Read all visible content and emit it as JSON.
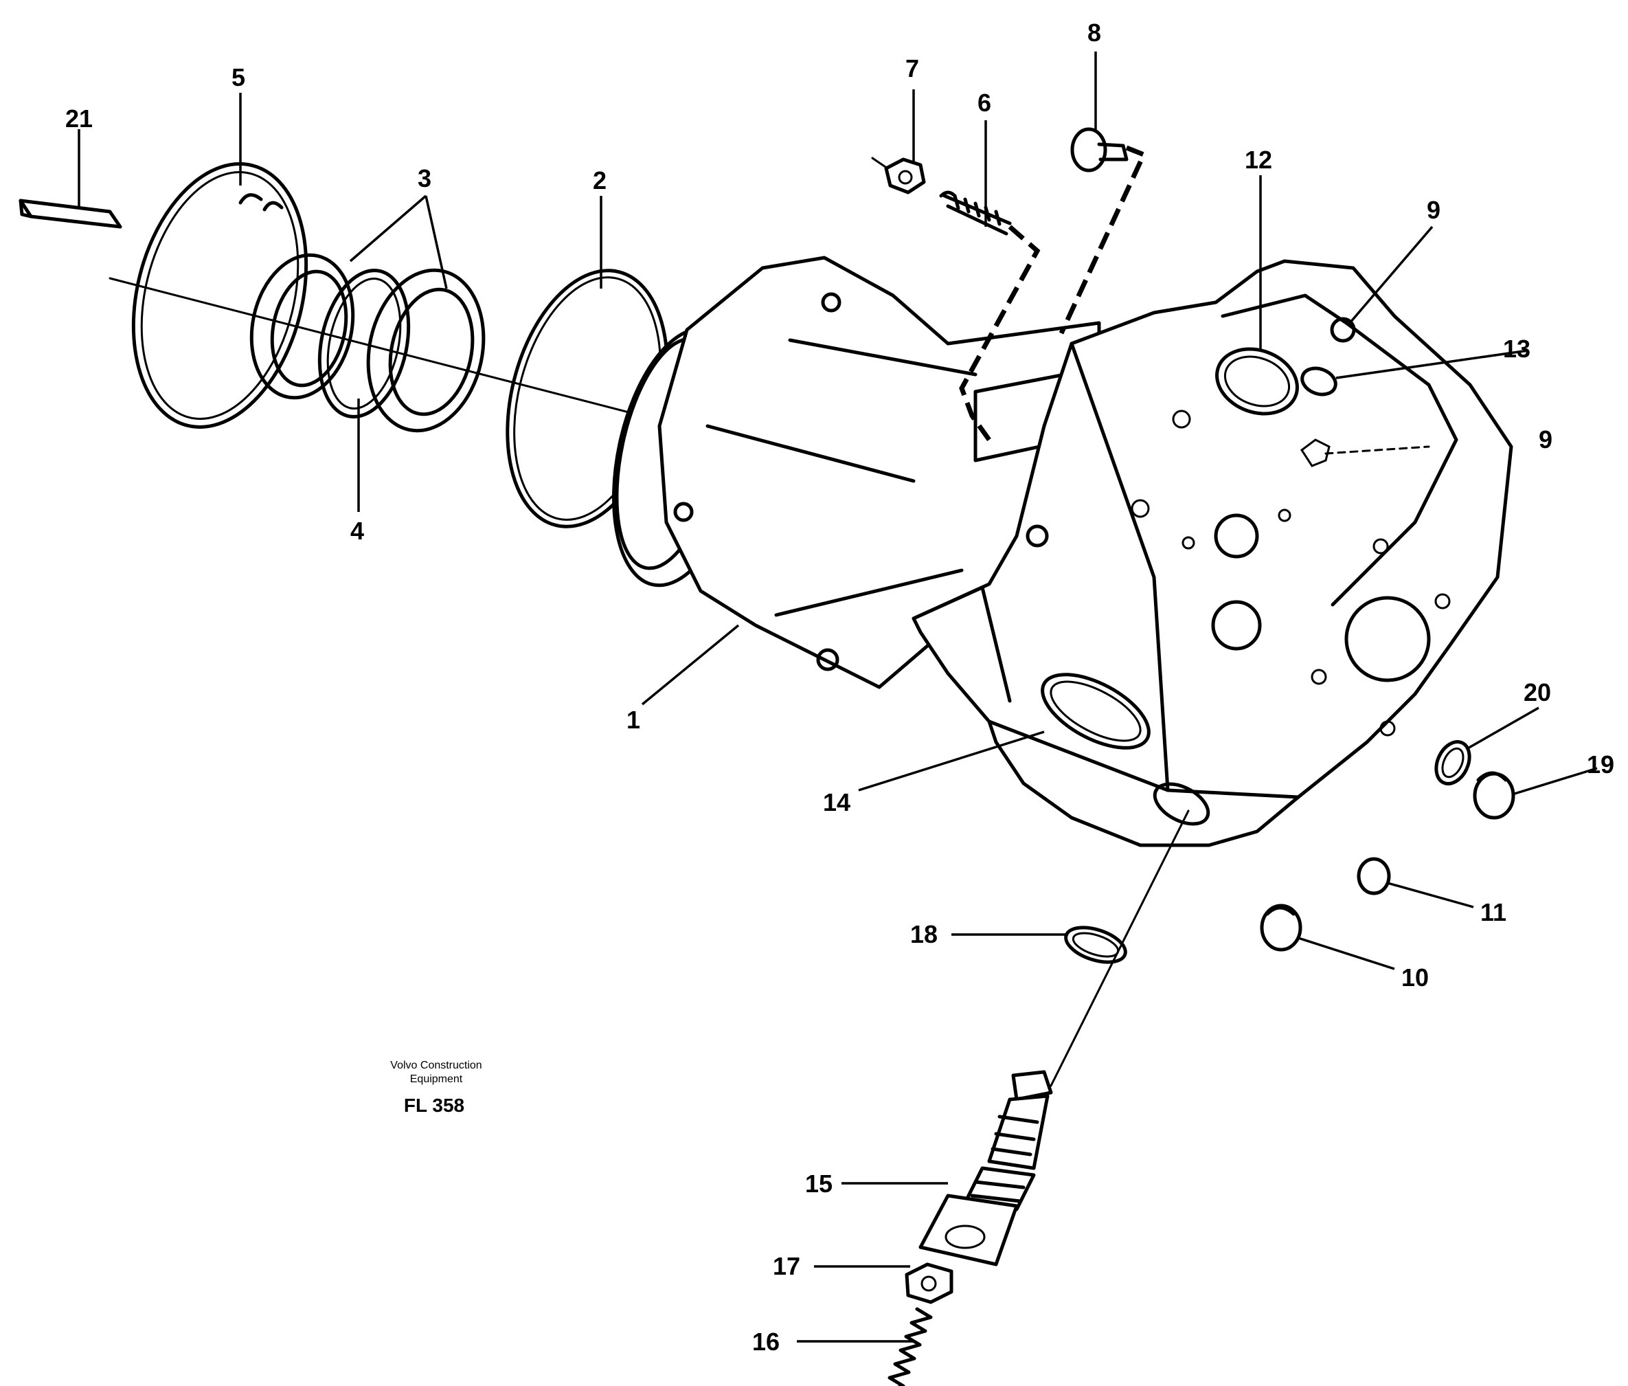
{
  "drawing": {
    "title_line1": "Volvo Construction",
    "title_line2": "Equipment",
    "code": "FL 358"
  },
  "callouts": {
    "c1": "1",
    "c2": "2",
    "c3": "3",
    "c4": "4",
    "c5": "5",
    "c6": "6",
    "c7": "7",
    "c8": "8",
    "c9a": "9",
    "c9b": "9",
    "c10": "10",
    "c11": "11",
    "c12": "12",
    "c13": "13",
    "c14": "14",
    "c15": "15",
    "c16": "16",
    "c17": "17",
    "c18": "18",
    "c19": "19",
    "c20": "20",
    "c21": "21"
  }
}
